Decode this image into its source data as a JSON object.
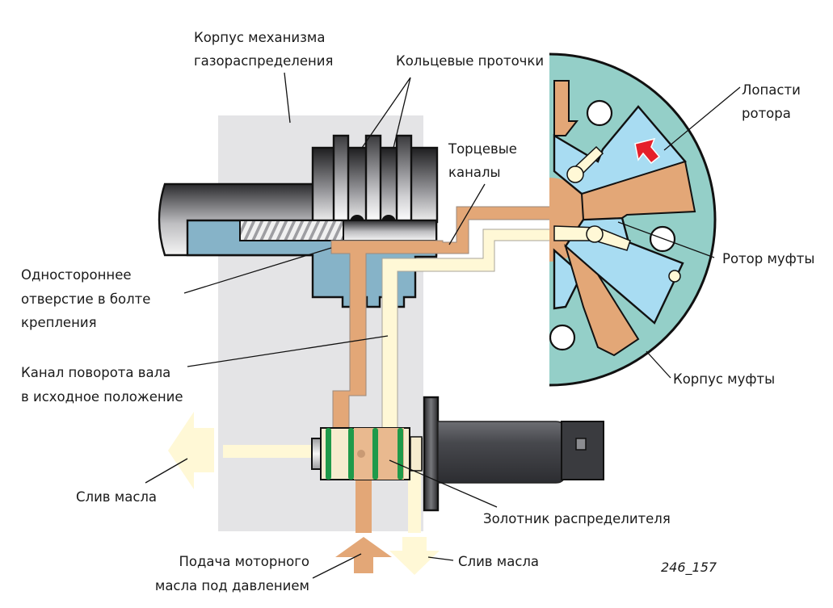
{
  "figure_id": "246_157",
  "colors": {
    "housing_gray": "#e4e4e6",
    "oil_pressure": "#e3a777",
    "oil_drain": "#fff8d6",
    "bolt_blue": "#86b3c8",
    "rotor_blue": "#a8dcf2",
    "coupling_teal": "#94cfc8",
    "red_arrow": "#e5202a",
    "seal_green": "#1f9a4a",
    "solenoid_dark": "#3f4045"
  },
  "labels": {
    "camshaft_housing": [
      "Корпус механизма",
      "газораспределения"
    ],
    "annular_grooves": "Кольцевые проточки",
    "end_channels": [
      "Торцевые",
      "каналы"
    ],
    "rotor_vanes": [
      "Лопасти",
      "ротора"
    ],
    "coupling_rotor": "Ротор муфты",
    "coupling_housing": "Корпус муфты",
    "one_way_hole": [
      "Одностороннее",
      "отверстие в болте",
      "крепления"
    ],
    "return_channel": [
      "Канал поворота вала",
      "в исходное положение"
    ],
    "oil_drain_left": "Слив масла",
    "valve_spool": "Золотник распределителя",
    "oil_supply": [
      "Подача моторного",
      "масла под давлением"
    ],
    "oil_drain_bottom": "Слив масла"
  }
}
